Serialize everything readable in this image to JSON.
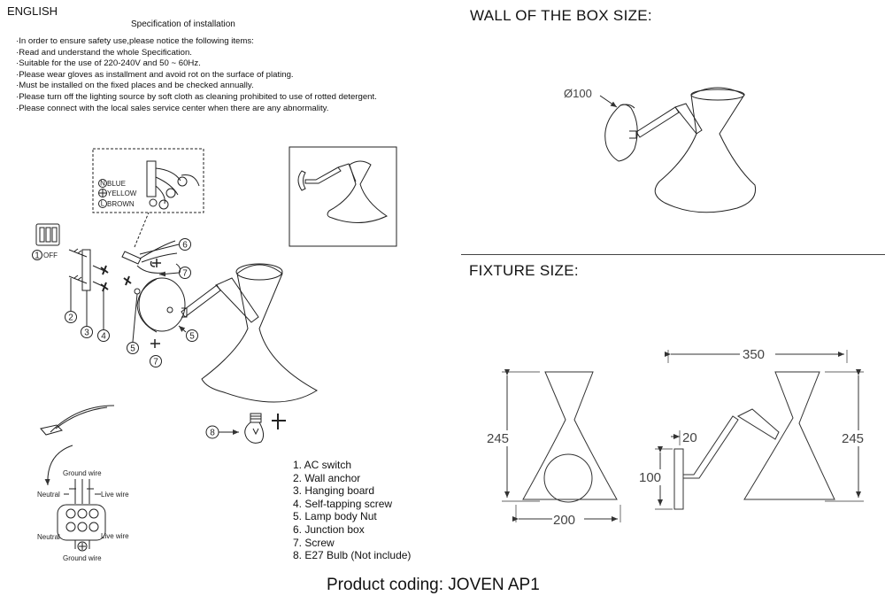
{
  "header": {
    "language": "ENGLISH",
    "spec_title": "Specification of installation"
  },
  "notes": [
    "In order to ensure safety use,please notice the following items:",
    "Read and understand the whole Specification.",
    "Suitable for the use of 220-240V and 50 ~ 60Hz.",
    "Please wear gloves as installment and avoid rot on the surface of plating.",
    "Must be installed on the fixed places and be checked annually.",
    "Please turn off the lighting source by soft cloth as cleaning prohibited to use of rotted detergent.",
    "Please connect with the local sales service center when there are any abnormality."
  ],
  "wire_legend": {
    "blue": "BLUE",
    "yellow": "YELLOW",
    "brown": "BROWN",
    "off_label": "OFF"
  },
  "callouts": {
    "n1": "1",
    "n2": "2",
    "n3": "3",
    "n4": "4",
    "n5": "5",
    "n6": "6",
    "n7": "7",
    "n8": "8"
  },
  "wiring": {
    "ground_top": "Ground wire",
    "neutral_top": "Neutral",
    "live_top": "Live wire",
    "neutral_bottom": "Neutral",
    "live_bottom": "Live wire",
    "ground_bottom": "Ground wire"
  },
  "parts": [
    "1. AC switch",
    "2. Wall anchor",
    "3. Hanging board",
    "4. Self-tapping screw",
    "5. Lamp body Nut",
    "6. Junction box",
    "7. Screw",
    "8. E27 Bulb (Not include)"
  ],
  "box_section": {
    "title": "WALL OF THE BOX SIZE:",
    "diameter": "Ø100"
  },
  "fixture_section": {
    "title": "FIXTURE SIZE:",
    "width_350": "350",
    "height_left": "245",
    "height_right": "245",
    "arm_20": "20",
    "base_100": "100",
    "width_200": "200"
  },
  "footer": {
    "product_code": "Product coding: JOVEN AP1"
  },
  "icons": [
    "arrow-icon",
    "rotate-icon",
    "bulb-icon",
    "switch-icon",
    "ground-symbol-icon"
  ]
}
